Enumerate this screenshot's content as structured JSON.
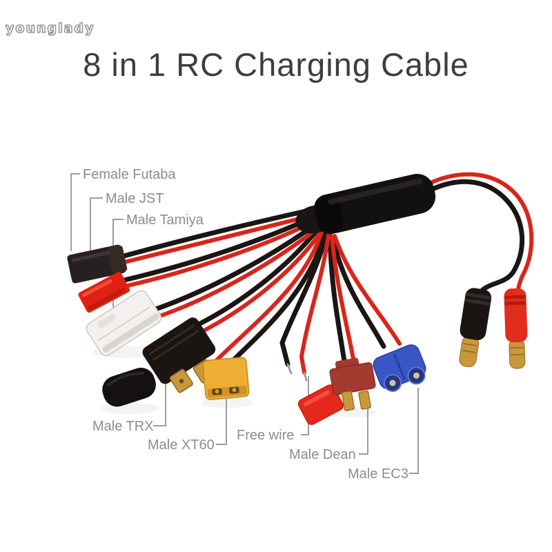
{
  "watermark": {
    "text": "younglady"
  },
  "title": {
    "text": "8 in 1 RC Charging Cable"
  },
  "product": {
    "name": "8 in 1 RC charging cable splitter photo",
    "connectors": [
      {
        "id": "female-futaba",
        "label": "Female Futaba",
        "color": "#262120"
      },
      {
        "id": "male-jst",
        "label": "Male JST",
        "color": "#df2114"
      },
      {
        "id": "male-tamiya",
        "label": "Male Tamiya",
        "color": "#f3f0ed"
      },
      {
        "id": "male-trx",
        "label": "Male TRX",
        "color": "#1b1512"
      },
      {
        "id": "male-xt60",
        "label": "Male XT60",
        "color": "#efad33"
      },
      {
        "id": "free-wire",
        "label": "Free wire",
        "color": "#9e9e9e"
      },
      {
        "id": "male-dean",
        "label": "Male Dean",
        "color": "#a23a30"
      },
      {
        "id": "male-ec3",
        "label": "Male EC3",
        "color": "#3a55c5"
      }
    ],
    "colors": {
      "wire_red": "#d9251a",
      "wire_black": "#1b1614",
      "gold": "#c8993c",
      "heat_shrink": "#131010",
      "banana_black": "#1a1513",
      "banana_red": "#e12d1c",
      "label_text": "#8c8c8c",
      "leader_line": "#9c9c9c",
      "title_text": "#3d3d3d"
    }
  }
}
